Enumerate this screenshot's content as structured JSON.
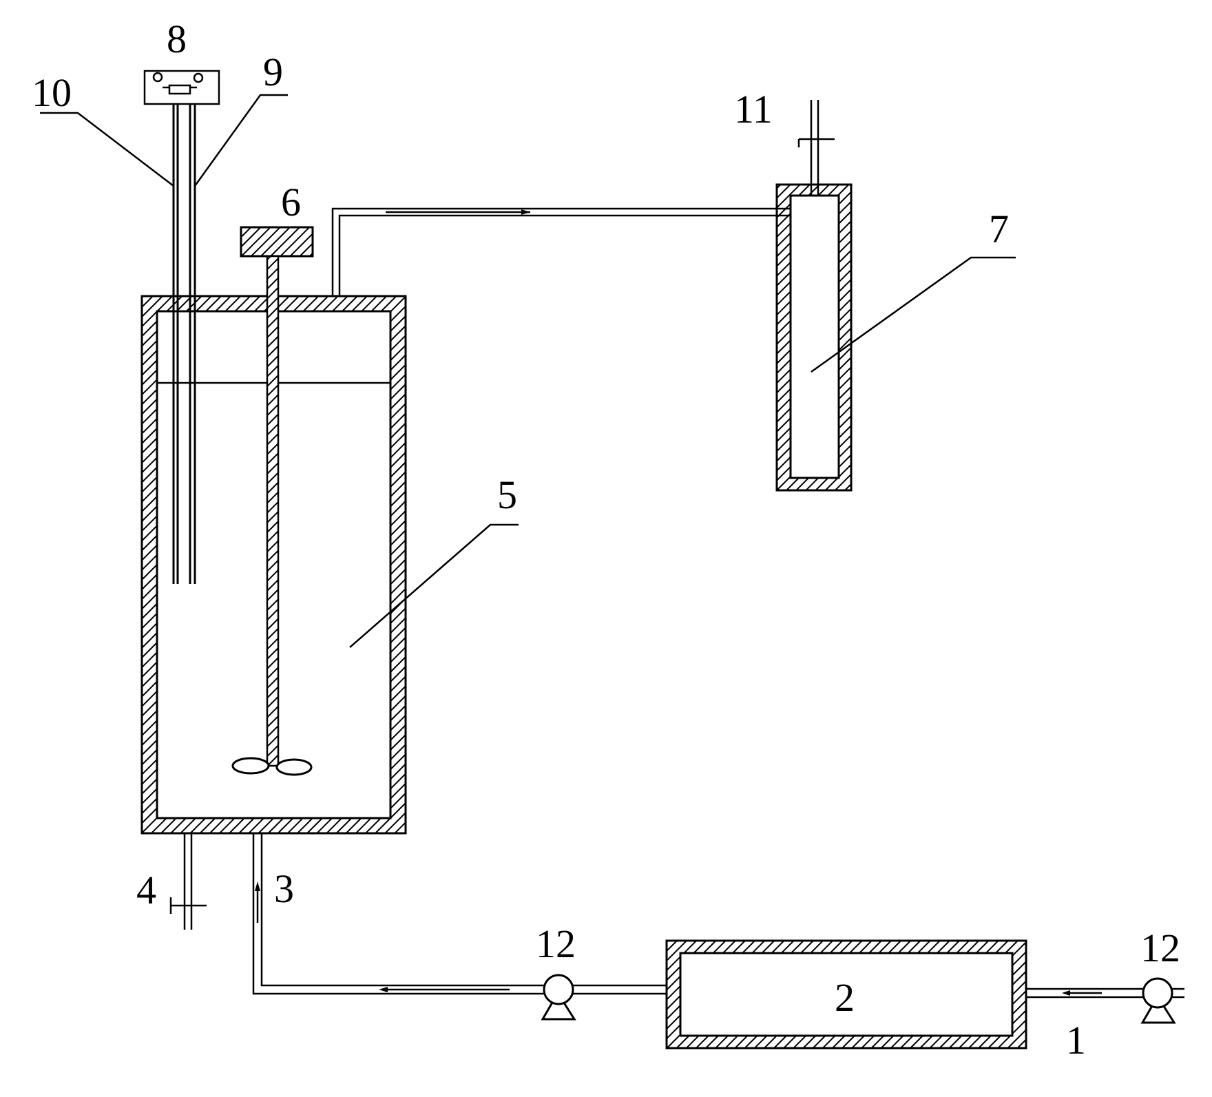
{
  "labels": {
    "l1": "1",
    "l2": "2",
    "l3": "3",
    "l4": "4",
    "l5": "5",
    "l6": "6",
    "l7": "7",
    "l8": "8",
    "l9": "9",
    "l10": "10",
    "l11": "11",
    "l12a": "12",
    "l12b": "12"
  }
}
